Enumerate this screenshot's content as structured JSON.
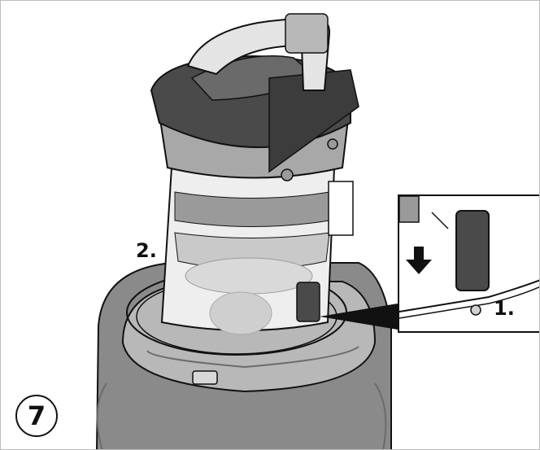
{
  "labels": {
    "step_number": "7",
    "callout_2": "2.",
    "callout_1": "1."
  },
  "icons": {
    "arrow": "down-arrow-icon"
  },
  "colors": {
    "outline": "#111111",
    "dark_gray": "#4a4a4a",
    "mid_gray": "#8a8a8a",
    "light_gray": "#b8b8b8",
    "pale_gray": "#d7d7d7"
  }
}
